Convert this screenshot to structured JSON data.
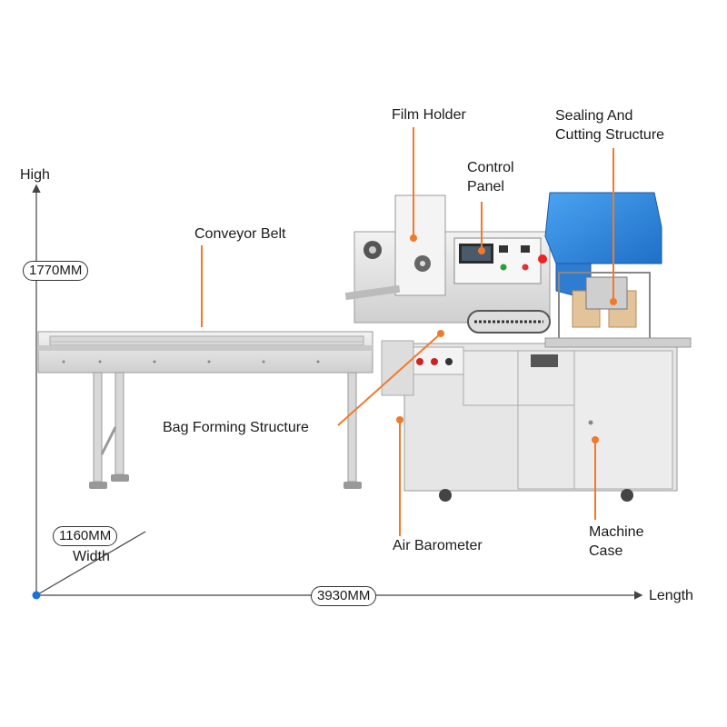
{
  "axes": {
    "high_label": "High",
    "high_value": "1770MM",
    "width_value": "1160MM",
    "width_label": "Width",
    "length_value": "3930MM",
    "length_label": "Length"
  },
  "callouts": {
    "film_holder": "Film Holder",
    "sealing_line1": "Sealing And",
    "sealing_line2": "Cutting Structure",
    "control_line1": "Control",
    "control_line2": "Panel",
    "conveyor_belt": "Conveyor Belt",
    "bag_forming": "Bag Forming Structure",
    "air_barometer": "Air Barometer",
    "machine_line1": "Machine",
    "machine_line2": "Case"
  },
  "colors": {
    "callout_line": "#f07a2b",
    "axis_dot": "#1a73d9",
    "machine_body": "#e6e6e6",
    "guard_blue": "#3b8fe0"
  }
}
